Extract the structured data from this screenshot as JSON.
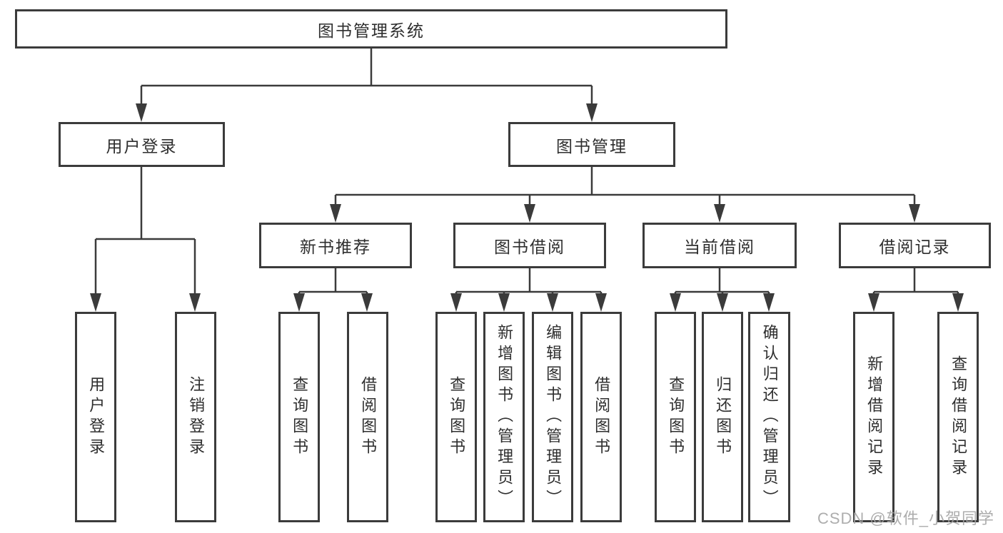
{
  "diagram": {
    "title": "图书管理系统",
    "level2": {
      "user_login": "用户登录",
      "book_management": "图书管理"
    },
    "level3": {
      "new_book_recommend": "新书推荐",
      "book_borrowing": "图书借阅",
      "current_borrowing": "当前借阅",
      "borrowing_records": "借阅记录"
    },
    "leaves": {
      "user_login": "用户登录",
      "logout_login": "注销登录",
      "recommend_query_books": "查询图书",
      "recommend_borrow_books": "借阅图书",
      "borrowing_query_books": "查询图书",
      "borrowing_add_books": "新增图书（管理员）",
      "borrowing_edit_books": "编辑图书（管理员）",
      "borrowing_borrow_books": "借阅图书",
      "current_query_books": "查询图书",
      "current_return_books": "归还图书",
      "current_confirm_return": "确认归还（管理员）",
      "records_add_record": "新增借阅记录",
      "records_query_record": "查询借阅记录"
    }
  },
  "watermark": "CSDN @软件_小贺同学",
  "colors": {
    "line": "#3b3b3b",
    "text": "#2e2e2e",
    "watermark": "#a4a4a4",
    "background": "#ffffff"
  }
}
